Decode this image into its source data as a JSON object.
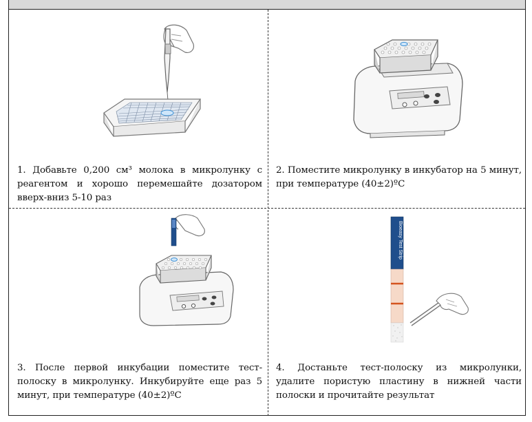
{
  "header": {
    "title": ""
  },
  "steps": [
    {
      "number": "1.",
      "text": "1. Добавьте 0,200 см³ молока в микролунку с реагентом и хорошо перемешайте дозатором вверх-вниз 5-10 раз",
      "illustration_icon": "pipette-microplate-icon"
    },
    {
      "number": "2.",
      "text": "2. Поместите микролунку в инкубатор на 5 минут, при температуре (40±2)ºC",
      "illustration_icon": "incubator-icon"
    },
    {
      "number": "3.",
      "text": "3. После первой инкубации поместите тест-полоску в микролунку. Инкубируйте еще раз 5 минут, при температуре (40±2)ºC",
      "illustration_icon": "strip-into-incubator-icon"
    },
    {
      "number": "4.",
      "text": "4. Достаньте тест-полоску из микролунки, удалите пористую пластину в нижней части полоски и прочитайте результат",
      "illustration_icon": "test-strip-icon"
    }
  ],
  "strip_label": "Bioeasy Test Strip",
  "colors": {
    "header_bg": "#d9d9d9",
    "strip_blue": "#1f4e8c",
    "strip_line": "#d4541f",
    "strip_pad": "#f6d9c8"
  }
}
